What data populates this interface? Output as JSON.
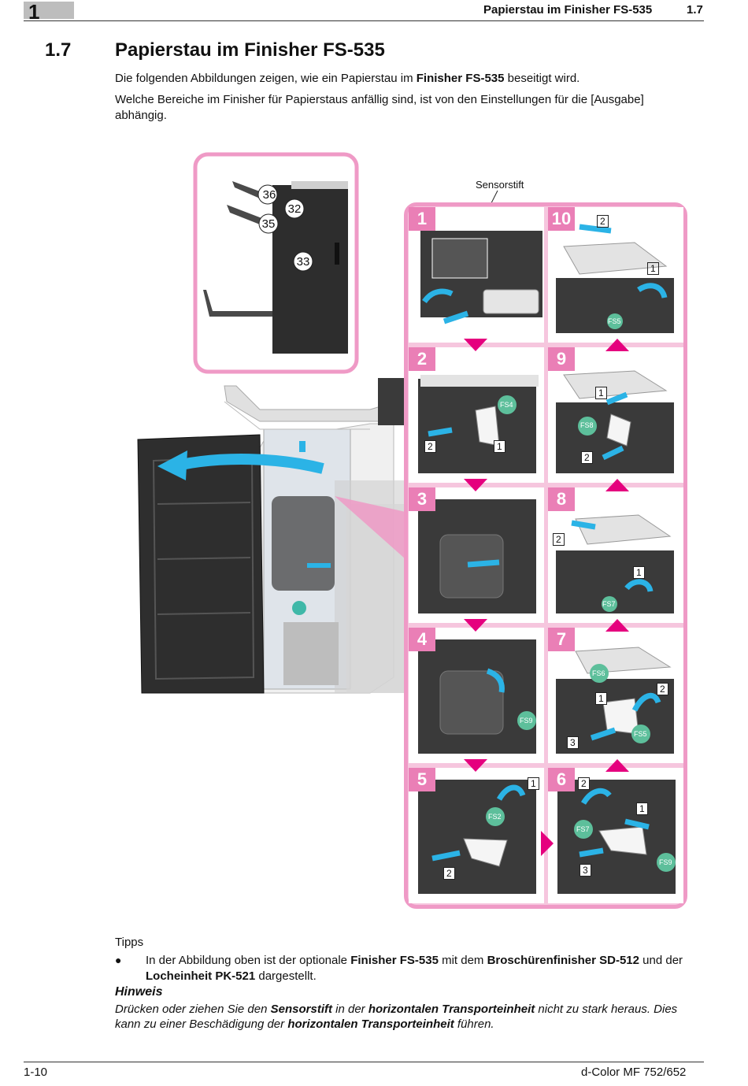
{
  "header": {
    "chapter": "1",
    "title": "Papierstau im Finisher FS-535",
    "section": "1.7"
  },
  "section": {
    "number": "1.7",
    "title": "Papierstau im Finisher FS-535"
  },
  "intro": {
    "p1_a": "Die folgenden Abbildungen zeigen, wie ein Papierstau im ",
    "p1_b": "Finisher FS-535",
    "p1_c": " beseitigt wird.",
    "p2": "Welche Bereiche im Finisher für Papierstaus anfällig sind, ist von den Einstellungen für die [Ausgabe] abhängig."
  },
  "figure": {
    "sensor_label": "Sensorstift",
    "callouts": [
      "36",
      "32",
      "35",
      "33"
    ],
    "steps": [
      {
        "num": "1",
        "marks": []
      },
      {
        "num": "10",
        "marks": [
          "2",
          "1",
          "FS5"
        ]
      },
      {
        "num": "2",
        "marks": [
          "FS4",
          "2",
          "1"
        ]
      },
      {
        "num": "9",
        "marks": [
          "1",
          "FS8",
          "2"
        ]
      },
      {
        "num": "3",
        "marks": []
      },
      {
        "num": "8",
        "marks": [
          "2",
          "1",
          "FS7"
        ]
      },
      {
        "num": "4",
        "marks": [
          "FS9"
        ]
      },
      {
        "num": "7",
        "marks": [
          "FS6",
          "1",
          "2",
          "FS5",
          "3"
        ]
      },
      {
        "num": "5",
        "marks": [
          "1",
          "FS2",
          "2"
        ]
      },
      {
        "num": "6",
        "marks": [
          "2",
          "1",
          "FS7",
          "3",
          "FS9"
        ]
      }
    ],
    "colors": {
      "accent": "#ea7fb6",
      "arrow": "#2bb3e6",
      "badge": "#5dbf9b"
    }
  },
  "tips": {
    "label": "Tipps",
    "bullet": "●",
    "t_a": "In der Abbildung oben ist der optionale ",
    "t_b": "Finisher FS-535",
    "t_c": " mit dem ",
    "t_d": "Broschürenfinisher SD-512",
    "t_e": " und der ",
    "t_f": "Locheinheit PK-521",
    "t_g": " dargestellt."
  },
  "note": {
    "label": "Hinweis",
    "n_a": "Drücken oder ziehen Sie den ",
    "n_b": "Sensorstift",
    "n_c": " in der ",
    "n_d": "horizontalen Transporteinheit",
    "n_e": " nicht zu stark heraus. Dies kann zu einer Beschädigung der ",
    "n_f": "horizontalen Transporteinheit",
    "n_g": " führen."
  },
  "footer": {
    "page": "1-10",
    "product": "d-Color MF 752/652"
  }
}
